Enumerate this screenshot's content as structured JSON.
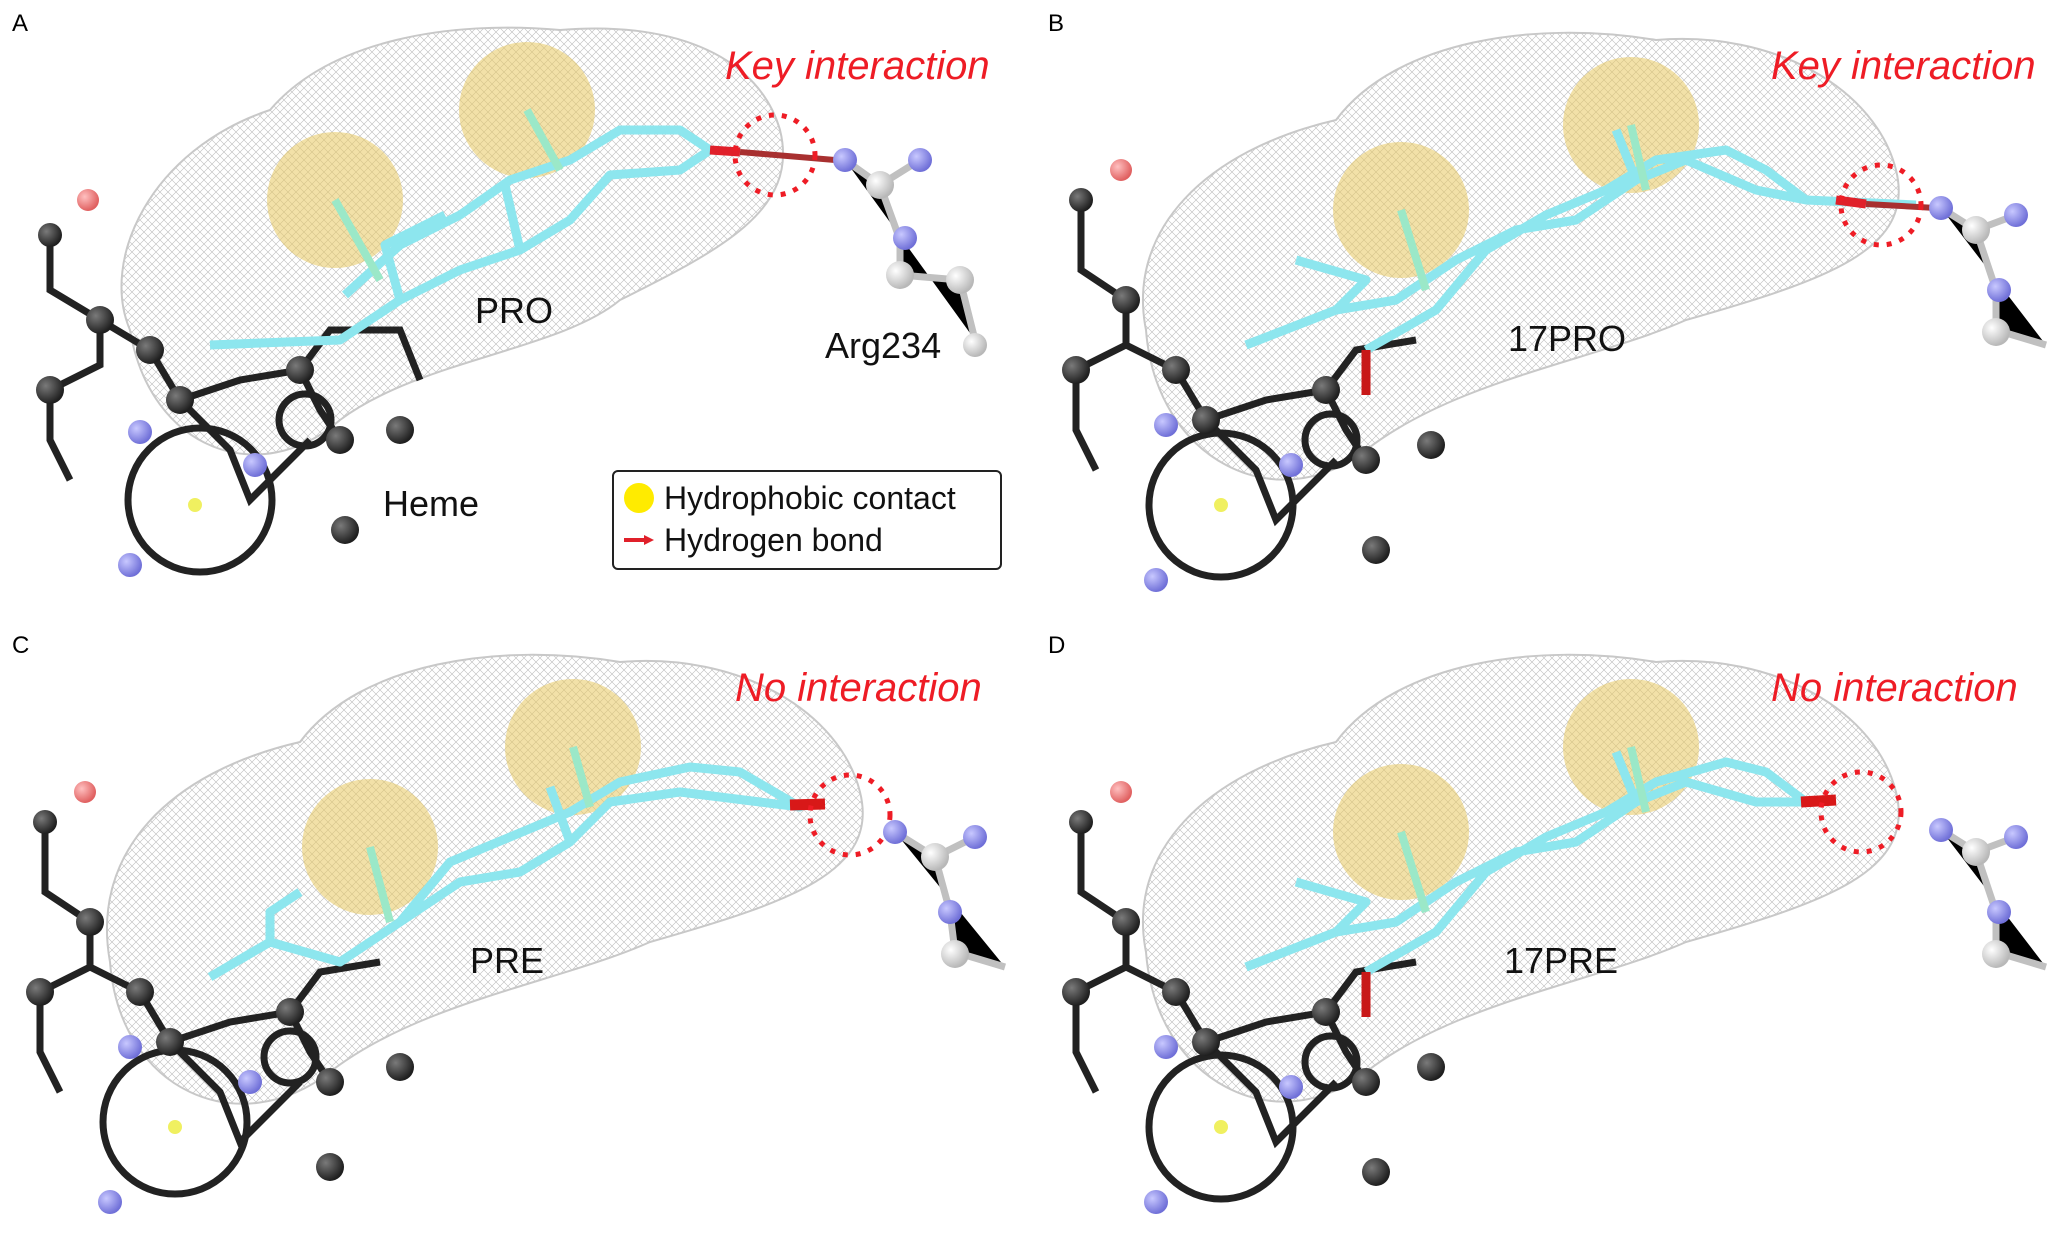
{
  "panels": [
    {
      "label": "A",
      "interaction": "Key interaction",
      "ligand": "PRO",
      "residue": "Arg234",
      "heme": "Heme",
      "hbond": true,
      "variant": "pro"
    },
    {
      "label": "B",
      "interaction": "Key interaction",
      "ligand": "17PRO",
      "hbond": true,
      "variant": "pro17"
    },
    {
      "label": "C",
      "interaction": "No interaction",
      "ligand": "PRE",
      "hbond": false,
      "variant": "pre"
    },
    {
      "label": "D",
      "interaction": "No interaction",
      "ligand": "17PRE",
      "hbond": false,
      "variant": "pre17"
    }
  ],
  "legend": {
    "hydrophobic": "Hydrophobic contact",
    "hbond": "Hydrogen bond"
  },
  "colors": {
    "ligand": "#8de6ee",
    "hydrophobic_sphere": "#e8c860",
    "interaction_text": "#ee1c25",
    "carbon": "#333333",
    "nitrogen": "#8f8fe8",
    "oxygen": "#d81818"
  }
}
